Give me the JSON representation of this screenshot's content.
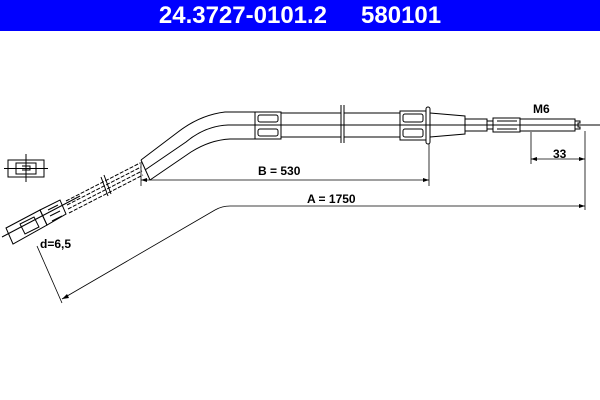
{
  "header": {
    "part_number": "24.3727-0101.2",
    "ref_number": "580101",
    "background": "#0000ff"
  },
  "drawing": {
    "dimensions": {
      "A": "A = 1750",
      "B": "B = 530",
      "thread_length": "33",
      "thread": "M6",
      "diameter": "d=6,5"
    }
  }
}
